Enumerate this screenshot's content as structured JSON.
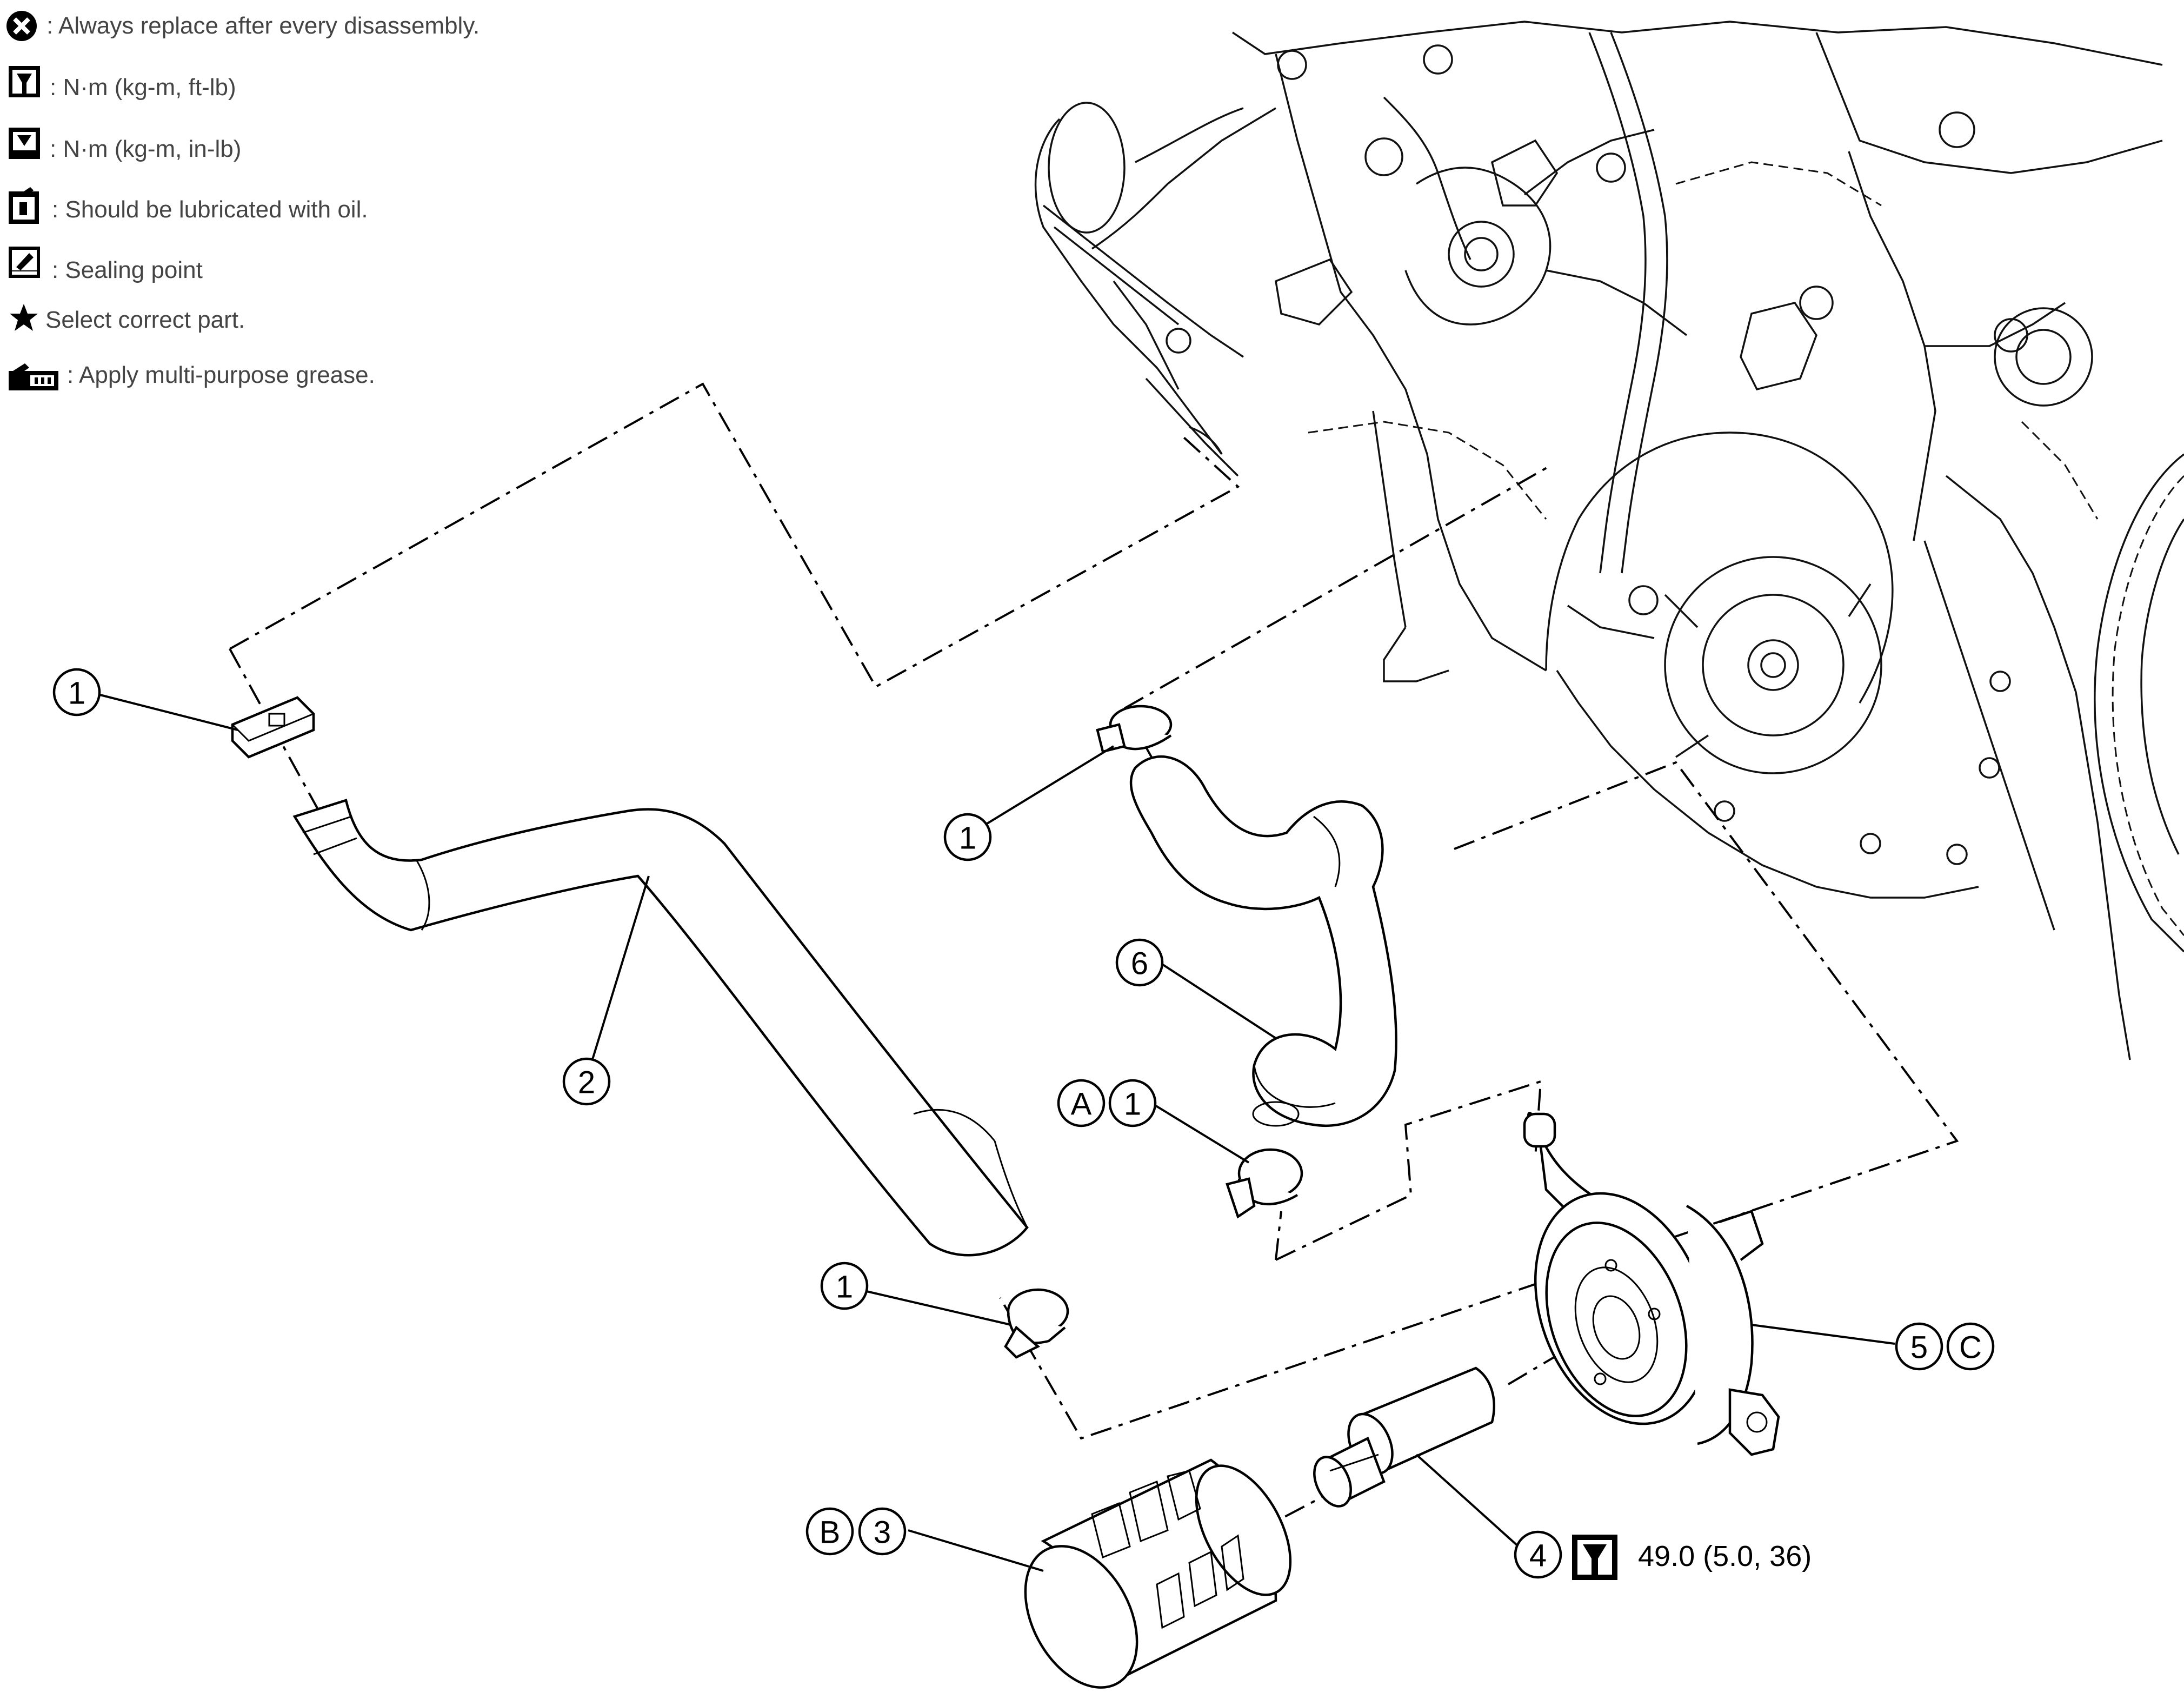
{
  "legend": [
    {
      "icon": "x-circle-icon",
      "text": ": Always replace after every disassembly."
    },
    {
      "icon": "torque-wrench-icon",
      "text": ": N·m (kg-m, ft-lb)"
    },
    {
      "icon": "torque-wrench-filled-icon",
      "text": ": N·m (kg-m, in-lb)"
    },
    {
      "icon": "oil-can-icon",
      "text": ": Should be lubricated with oil."
    },
    {
      "icon": "sealant-icon",
      "text": ": Sealing point"
    },
    {
      "icon": "star-icon",
      "text": "Select correct part."
    },
    {
      "icon": "grease-gun-icon",
      "text": ": Apply multi-purpose grease."
    }
  ],
  "callouts": {
    "c1a": "1",
    "c1b": "1",
    "c1c": "1",
    "c1d": "1",
    "c2": "2",
    "c3": "3",
    "c4": "4",
    "c5": "5",
    "c6": "6",
    "cA": "A",
    "cB": "B",
    "cC": "C"
  },
  "torque": {
    "icon": "torque-wrench-icon",
    "value": "49.0 (5.0, 36)"
  }
}
